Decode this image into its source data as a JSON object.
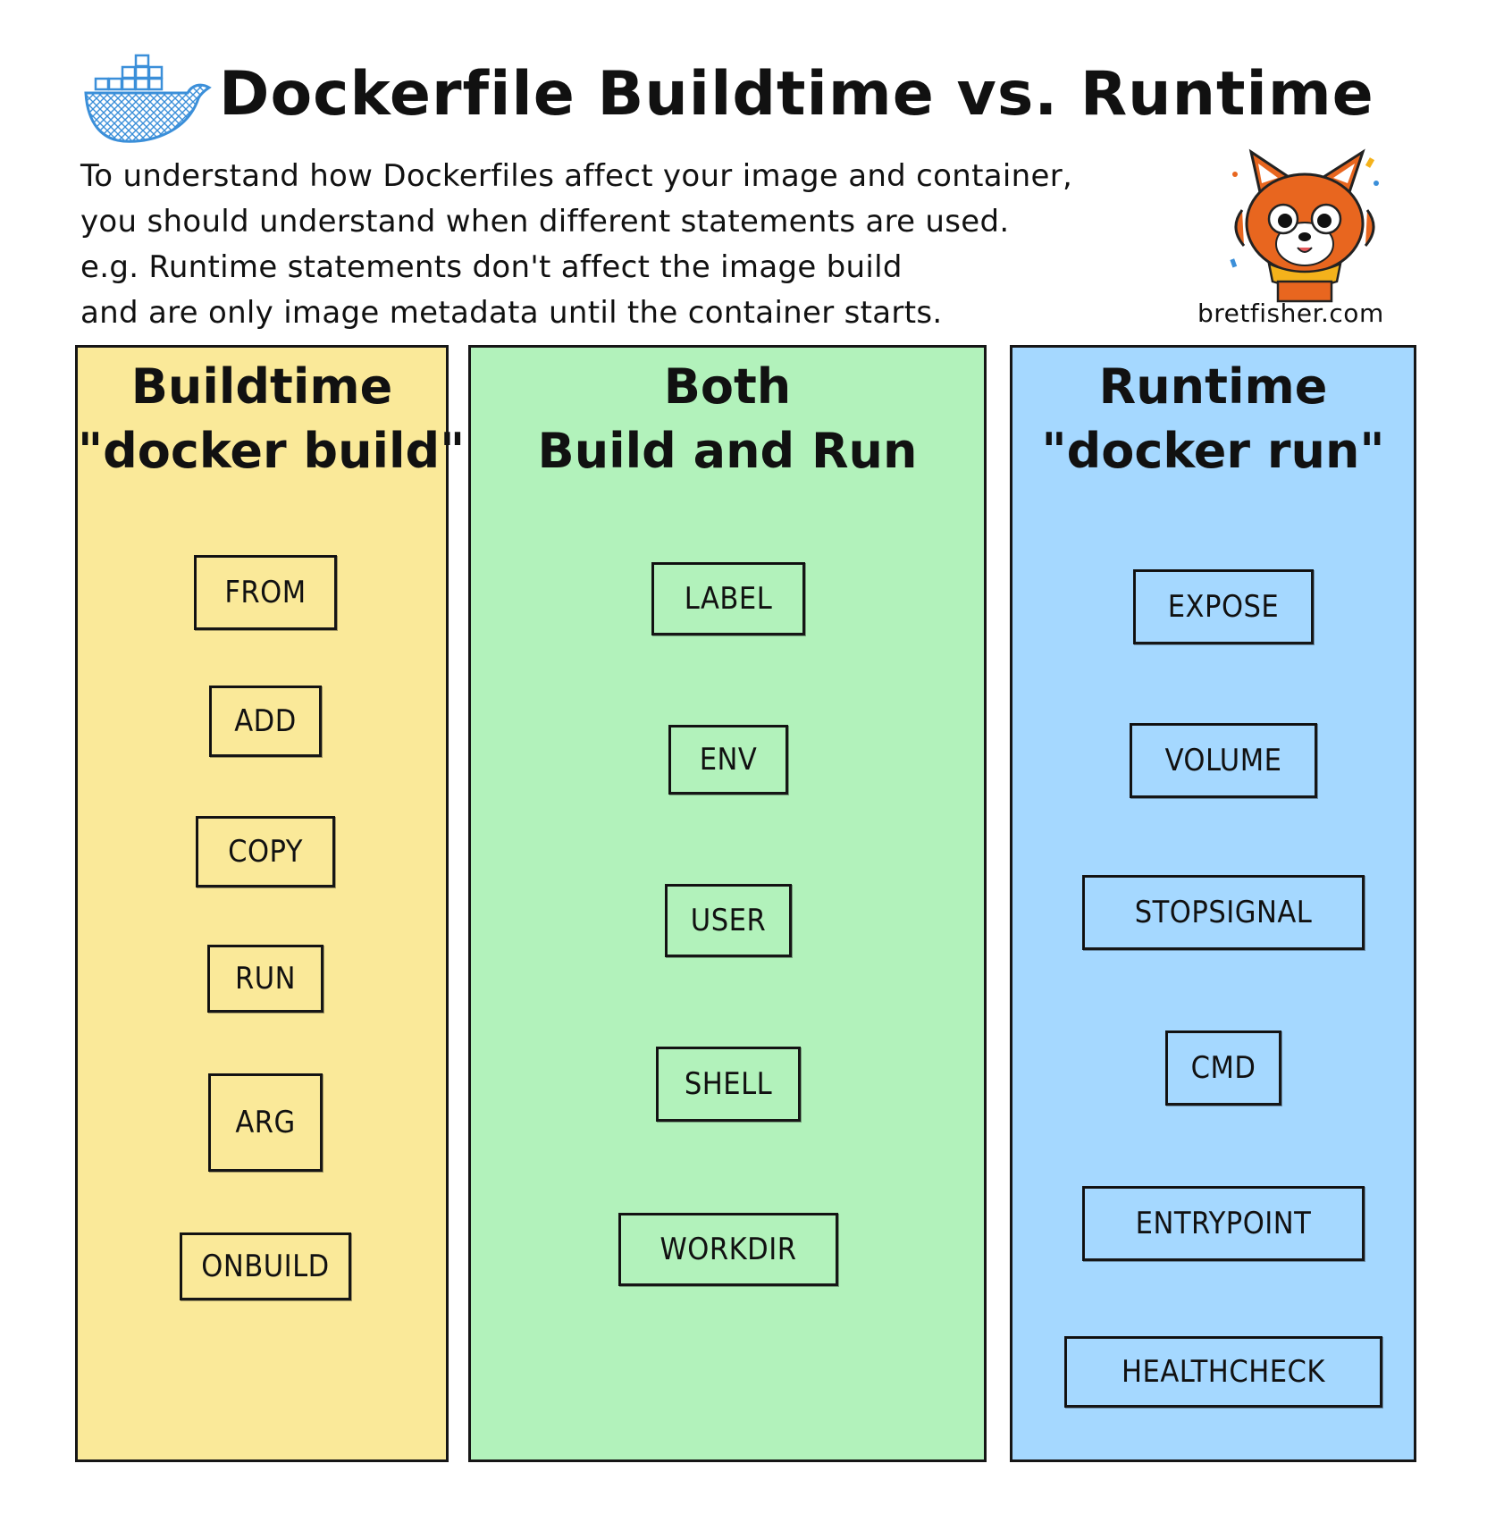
{
  "header": {
    "title": "Dockerfile Buildtime vs. Runtime",
    "intro_lines": [
      "To understand how Dockerfiles affect your image and container,",
      "you should understand when different statements are used.",
      "e.g. Runtime statements don't affect the image build",
      "and are only image metadata until the container starts."
    ],
    "site": "bretfisher.com"
  },
  "colors": {
    "buildtime": "#fae999",
    "both": "#b2f2bb",
    "runtime": "#a5d8ff",
    "outline": "#161616",
    "whale": "#3b8fd9",
    "fox": "#e8661f"
  },
  "icons": [
    "docker-whale-logo",
    "fox-mascot"
  ],
  "panels": [
    {
      "title_lines": [
        "Buildtime",
        "\"docker build\""
      ],
      "commands": [
        "FROM",
        "ADD",
        "COPY",
        "RUN",
        "ARG",
        "ONBUILD"
      ]
    },
    {
      "title_lines": [
        "Both",
        "Build and Run"
      ],
      "commands": [
        "LABEL",
        "ENV",
        "USER",
        "SHELL",
        "WORKDIR"
      ]
    },
    {
      "title_lines": [
        "Runtime",
        "\"docker run\""
      ],
      "commands": [
        "EXPOSE",
        "VOLUME",
        "STOPSIGNAL",
        "CMD",
        "ENTRYPOINT",
        "HEALTHCHECK"
      ]
    }
  ]
}
